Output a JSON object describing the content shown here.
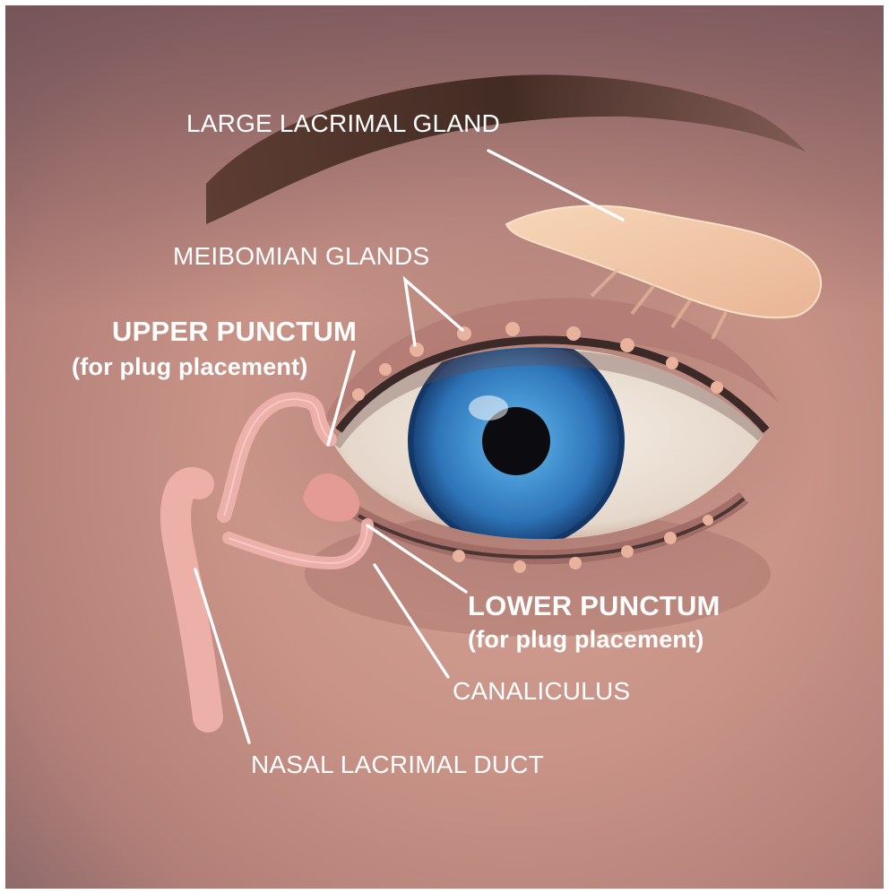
{
  "labels": {
    "lacrimal_gland": "LARGE LACRIMAL GLAND",
    "meibomian_glands": "MEIBOMIAN GLANDS",
    "upper_punctum": "UPPER PUNCTUM",
    "upper_punctum_note": "(for plug placement)",
    "lower_punctum": "LOWER PUNCTUM",
    "lower_punctum_note": "(for plug placement)",
    "canaliculus": "CANALICULUS",
    "nasal_duct": "NASAL LACRIMAL DUCT"
  },
  "colors": {
    "skin_light": "#d9aa9e",
    "skin_mid": "#b98078",
    "skin_dark": "#7a4f4a",
    "brow": "#4a3128",
    "gland": "#f2c9a6",
    "iris": "#2f7ec4",
    "iris_dark": "#1b4f8f",
    "sclera": "#efe6da",
    "duct": "#e7a8a4",
    "label": "#ffffff"
  }
}
